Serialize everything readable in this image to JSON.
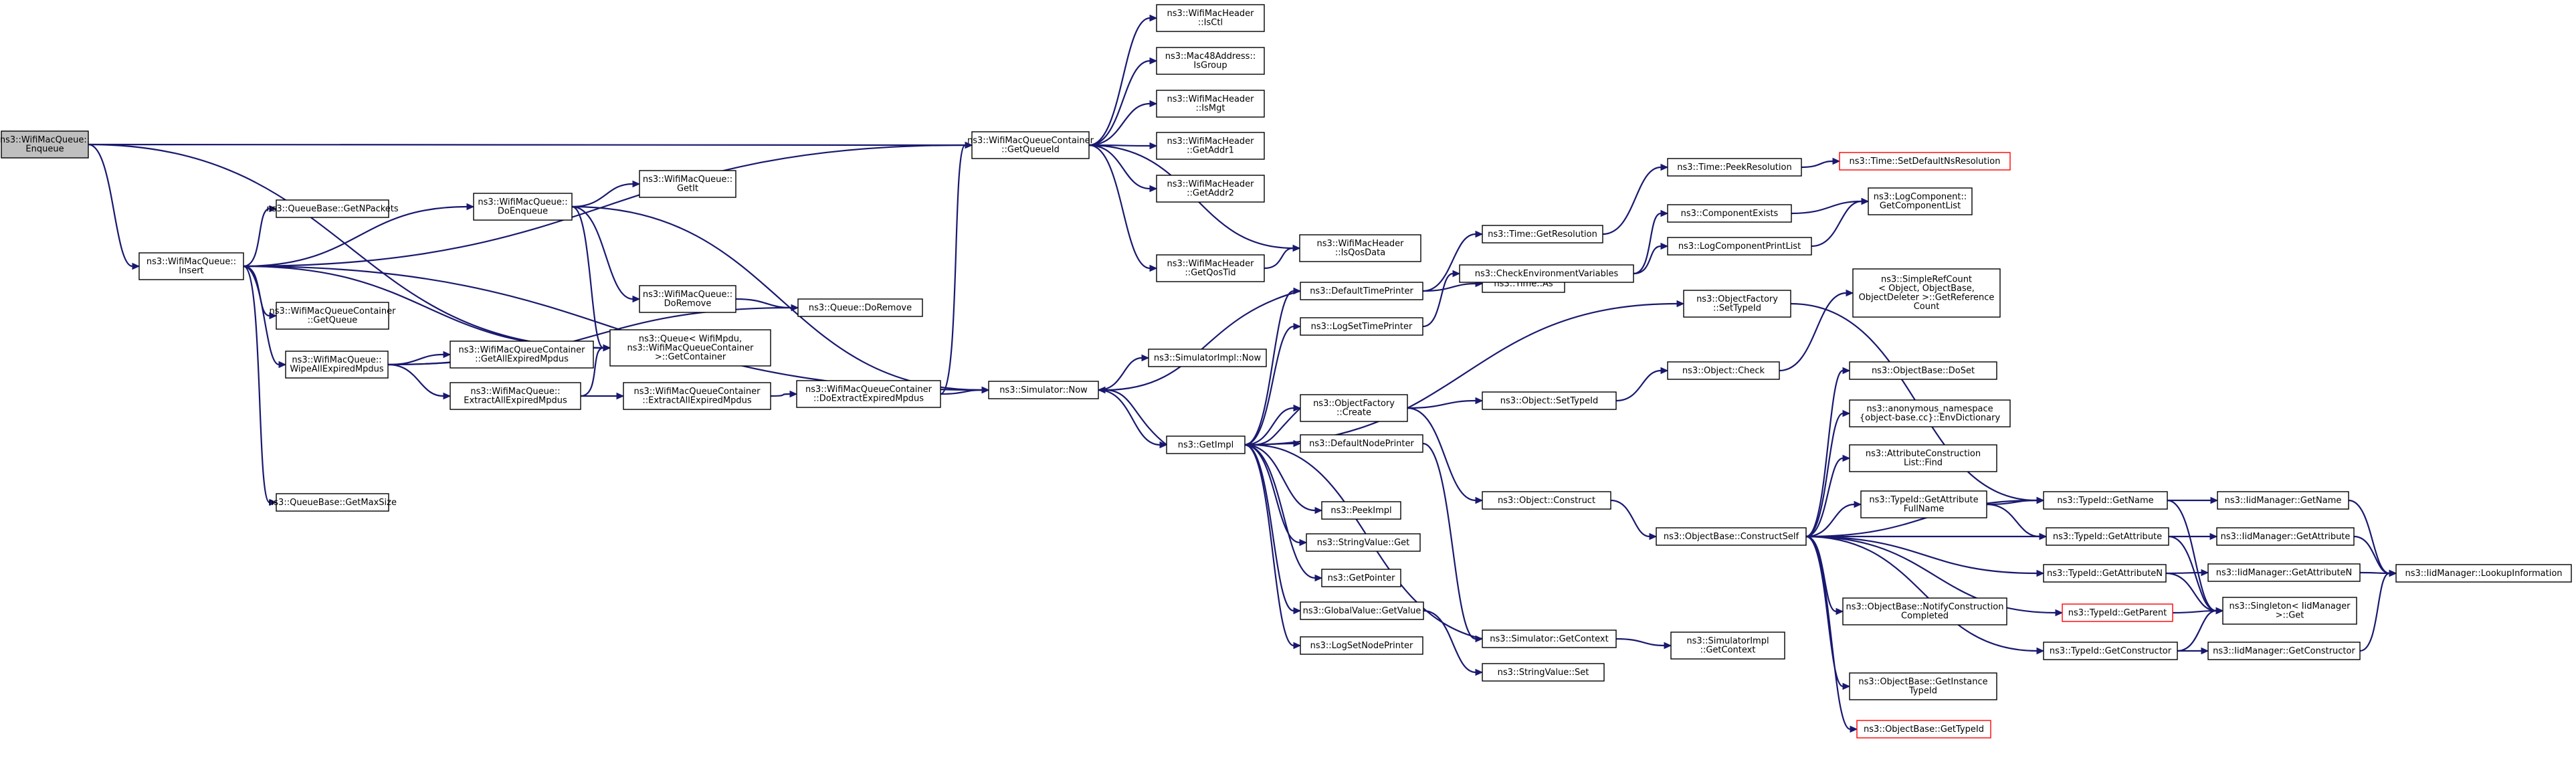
{
  "colors": {
    "edge": "#191970",
    "root_fill": "#bfbfbf",
    "red_border": "#ff0000"
  },
  "nodes": [
    {
      "id": "enqueue",
      "lines": [
        "ns3::WifiMacQueue::",
        "Enqueue"
      ],
      "style": "root"
    },
    {
      "id": "insert",
      "lines": [
        "ns3::WifiMacQueue::",
        "Insert"
      ]
    },
    {
      "id": "getqueueid",
      "lines": [
        "ns3::WifiMacQueueContainer",
        "::GetQueueId"
      ]
    },
    {
      "id": "getnpackets",
      "lines": [
        "ns3::QueueBase::GetNPackets"
      ]
    },
    {
      "id": "doenqueue",
      "lines": [
        "ns3::WifiMacQueue::",
        "DoEnqueue"
      ]
    },
    {
      "id": "getit",
      "lines": [
        "ns3::WifiMacQueue::",
        "GetIt"
      ]
    },
    {
      "id": "wmqc_getqueue",
      "lines": [
        "ns3::WifiMacQueueContainer",
        "::GetQueue"
      ]
    },
    {
      "id": "doremove_w",
      "lines": [
        "ns3::WifiMacQueue::",
        "DoRemove"
      ]
    },
    {
      "id": "queue_doremove",
      "lines": [
        "ns3::Queue::DoRemove"
      ]
    },
    {
      "id": "queue_getcontainer",
      "lines": [
        "ns3::Queue< WifiMpdu,",
        "ns3::WifiMacQueueContainer",
        ">::GetContainer"
      ]
    },
    {
      "id": "wipeall",
      "lines": [
        "ns3::WifiMacQueue::",
        "WipeAllExpiredMpdus"
      ]
    },
    {
      "id": "wmqc_getallexpired",
      "lines": [
        "ns3::WifiMacQueueContainer",
        "::GetAllExpiredMpdus"
      ]
    },
    {
      "id": "extractall_w",
      "lines": [
        "ns3::WifiMacQueue::",
        "ExtractAllExpiredMpdus"
      ]
    },
    {
      "id": "wmqc_extractall",
      "lines": [
        "ns3::WifiMacQueueContainer",
        "::ExtractAllExpiredMpdus"
      ]
    },
    {
      "id": "wmqc_doextract",
      "lines": [
        "ns3::WifiMacQueueContainer",
        "::DoExtractExpiredMpdus"
      ]
    },
    {
      "id": "getmaxsize",
      "lines": [
        "ns3::QueueBase::GetMaxSize"
      ]
    },
    {
      "id": "isctl",
      "lines": [
        "ns3::WifiMacHeader",
        "::IsCtl"
      ]
    },
    {
      "id": "isgroup",
      "lines": [
        "ns3::Mac48Address::",
        "IsGroup"
      ]
    },
    {
      "id": "ismgt",
      "lines": [
        "ns3::WifiMacHeader",
        "::IsMgt"
      ]
    },
    {
      "id": "getaddr1",
      "lines": [
        "ns3::WifiMacHeader",
        "::GetAddr1"
      ]
    },
    {
      "id": "getaddr2",
      "lines": [
        "ns3::WifiMacHeader",
        "::GetAddr2"
      ]
    },
    {
      "id": "isqosdata",
      "lines": [
        "ns3::WifiMacHeader",
        "::IsQosData"
      ]
    },
    {
      "id": "getqostid",
      "lines": [
        "ns3::WifiMacHeader",
        "::GetQosTid"
      ]
    },
    {
      "id": "simulatorimpl_now",
      "lines": [
        "ns3::SimulatorImpl::Now"
      ]
    },
    {
      "id": "simulator_now",
      "lines": [
        "ns3::Simulator::Now"
      ]
    },
    {
      "id": "getimpl",
      "lines": [
        "ns3::GetImpl"
      ]
    },
    {
      "id": "defaulttimeprinter",
      "lines": [
        "ns3::DefaultTimePrinter"
      ]
    },
    {
      "id": "logsettimeprinter",
      "lines": [
        "ns3::LogSetTimePrinter"
      ]
    },
    {
      "id": "objfactory_create",
      "lines": [
        "ns3::ObjectFactory",
        "::Create"
      ]
    },
    {
      "id": "defaultnodeprinter",
      "lines": [
        "ns3::DefaultNodePrinter"
      ]
    },
    {
      "id": "peekimpl",
      "lines": [
        "ns3::PeekImpl"
      ]
    },
    {
      "id": "stringvalue_get",
      "lines": [
        "ns3::StringValue::Get"
      ]
    },
    {
      "id": "getpointer",
      "lines": [
        "ns3::GetPointer"
      ]
    },
    {
      "id": "globalvalue_getvalue",
      "lines": [
        "ns3::GlobalValue::GetValue"
      ]
    },
    {
      "id": "logsetnodeprinter",
      "lines": [
        "ns3::LogSetNodePrinter"
      ]
    },
    {
      "id": "time_getresolution",
      "lines": [
        "ns3::Time::GetResolution"
      ]
    },
    {
      "id": "time_as",
      "lines": [
        "ns3::Time::As"
      ]
    },
    {
      "id": "checkenvvars",
      "lines": [
        "ns3::CheckEnvironmentVariables"
      ]
    },
    {
      "id": "time_peekresolution",
      "lines": [
        "ns3::Time::PeekResolution"
      ]
    },
    {
      "id": "time_setdefault",
      "lines": [
        "ns3::Time::SetDefaultNsResolution"
      ],
      "style": "red"
    },
    {
      "id": "componentexists",
      "lines": [
        "ns3::ComponentExists"
      ]
    },
    {
      "id": "logcomponentprintlist",
      "lines": [
        "ns3::LogComponentPrintList"
      ]
    },
    {
      "id": "getcomponentlist",
      "lines": [
        "ns3::LogComponent::",
        "GetComponentList"
      ]
    },
    {
      "id": "objfactory_settypeid",
      "lines": [
        "ns3::ObjectFactory",
        "::SetTypeId"
      ]
    },
    {
      "id": "object_settypeid",
      "lines": [
        "ns3::Object::SetTypeId"
      ]
    },
    {
      "id": "object_check",
      "lines": [
        "ns3::Object::Check"
      ]
    },
    {
      "id": "object_construct",
      "lines": [
        "ns3::Object::Construct"
      ]
    },
    {
      "id": "objectbase_constructself",
      "lines": [
        "ns3::ObjectBase::ConstructSelf"
      ]
    },
    {
      "id": "simulator_getcontext",
      "lines": [
        "ns3::Simulator::GetContext"
      ]
    },
    {
      "id": "stringvalue_set",
      "lines": [
        "ns3::StringValue::Set"
      ]
    },
    {
      "id": "simulatorimpl_getcontext",
      "lines": [
        "ns3::SimulatorImpl",
        "::GetContext"
      ]
    },
    {
      "id": "simplerefcount",
      "lines": [
        "ns3::SimpleRefCount",
        "< Object, ObjectBase,",
        "ObjectDeleter >::GetReference",
        "Count"
      ]
    },
    {
      "id": "objectbase_doset",
      "lines": [
        "ns3::ObjectBase::DoSet"
      ]
    },
    {
      "id": "envdictionary",
      "lines": [
        "ns3::anonymous_namespace",
        "{object-base.cc}::EnvDictionary"
      ]
    },
    {
      "id": "attrconstructionlist_find",
      "lines": [
        "ns3::AttributeConstruction",
        "List::Find"
      ]
    },
    {
      "id": "typeid_getattributefullname",
      "lines": [
        "ns3::TypeId::GetAttribute",
        "FullName"
      ]
    },
    {
      "id": "typeid_getname",
      "lines": [
        "ns3::TypeId::GetName"
      ]
    },
    {
      "id": "typeid_getattribute",
      "lines": [
        "ns3::TypeId::GetAttribute"
      ]
    },
    {
      "id": "typeid_getattributen",
      "lines": [
        "ns3::TypeId::GetAttributeN"
      ]
    },
    {
      "id": "notifyconstructioncompleted",
      "lines": [
        "ns3::ObjectBase::NotifyConstruction",
        "Completed"
      ]
    },
    {
      "id": "typeid_getparent",
      "lines": [
        "ns3::TypeId::GetParent"
      ],
      "style": "red"
    },
    {
      "id": "typeid_getconstructor",
      "lines": [
        "ns3::TypeId::GetConstructor"
      ]
    },
    {
      "id": "getinstancetypeid",
      "lines": [
        "ns3::ObjectBase::GetInstance",
        "TypeId"
      ]
    },
    {
      "id": "objectbase_gettypeid",
      "lines": [
        "ns3::ObjectBase::GetTypeId"
      ],
      "style": "red"
    },
    {
      "id": "iidmanager_getname",
      "lines": [
        "ns3::IidManager::GetName"
      ]
    },
    {
      "id": "iidmanager_getattribute",
      "lines": [
        "ns3::IidManager::GetAttribute"
      ]
    },
    {
      "id": "iidmanager_getattributen",
      "lines": [
        "ns3::IidManager::GetAttributeN"
      ]
    },
    {
      "id": "iidmanager_lookupinformation",
      "lines": [
        "ns3::IidManager::LookupInformation"
      ]
    },
    {
      "id": "singleton_get",
      "lines": [
        "ns3::Singleton< IidManager",
        ">::Get"
      ]
    },
    {
      "id": "iidmanager_getconstructor",
      "lines": [
        "ns3::IidManager::GetConstructor"
      ]
    }
  ]
}
